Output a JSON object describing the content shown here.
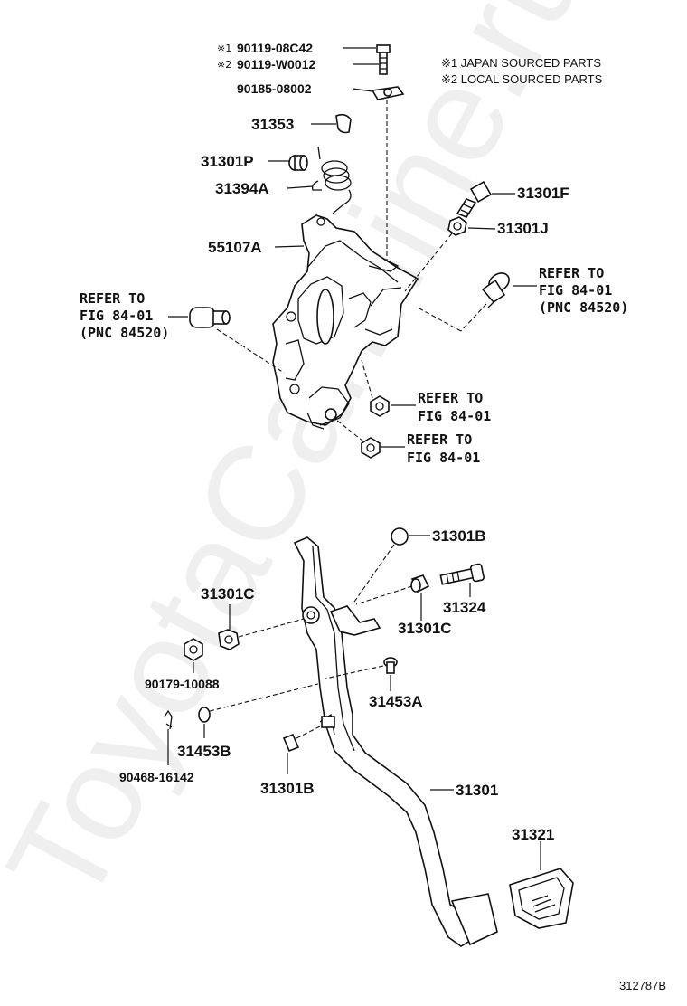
{
  "notes": {
    "japan": "※1 JAPAN SOURCED PARTS",
    "local": "※2 LOCAL SOURCED PARTS"
  },
  "parts": {
    "p90119_08c42": "90119-08C42",
    "p90119_w0012": "90119-W0012",
    "mark1": "※1",
    "mark2": "※2",
    "p90185": "90185-08002",
    "p31353": "31353",
    "p31301p": "31301P",
    "p31394a": "31394A",
    "p55107a": "55107A",
    "p31301f": "31301F",
    "p31301j": "31301J",
    "p31301b_top": "31301B",
    "p31301c_left": "31301C",
    "p31324": "31324",
    "p31301c_right": "31301C",
    "p90179": "90179-10088",
    "p31453a": "31453A",
    "p31453b": "31453B",
    "p90468": "90468-16142",
    "p31301b_bottom": "31301B",
    "p31301": "31301",
    "p31321": "31321"
  },
  "refs": {
    "left": {
      "l1": "REFER TO",
      "l2": "FIG 84-01",
      "l3": "(PNC 84520)"
    },
    "right": {
      "l1": "REFER TO",
      "l2": "FIG 84-01",
      "l3": "(PNC 84520)"
    },
    "nut1": {
      "l1": "REFER TO",
      "l2": "FIG 84-01"
    },
    "nut2": {
      "l1": "REFER TO",
      "l2": "FIG 84-01"
    }
  },
  "watermark": "ToyotaCarMine.ru",
  "figure_code": "312787B"
}
